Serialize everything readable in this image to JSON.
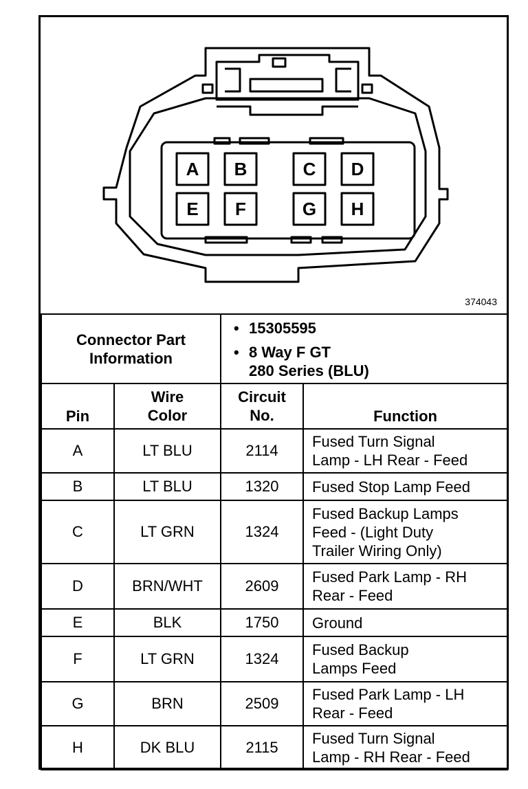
{
  "figure_id": "374043",
  "pins": [
    "A",
    "B",
    "C",
    "D",
    "E",
    "F",
    "G",
    "H"
  ],
  "connector_info": {
    "label_line1": "Connector Part",
    "label_line2": "Information",
    "part_number": "15305595",
    "description_line1": "8 Way F GT",
    "description_line2": "280 Series (BLU)"
  },
  "table": {
    "headers": {
      "pin": "Pin",
      "wire_color_line1": "Wire",
      "wire_color_line2": "Color",
      "circuit_line1": "Circuit",
      "circuit_line2": "No.",
      "function": "Function"
    },
    "rows": [
      {
        "pin": "A",
        "wire": "LT BLU",
        "circuit": "2114",
        "function": [
          "Fused Turn Signal",
          "Lamp - LH Rear - Feed"
        ]
      },
      {
        "pin": "B",
        "wire": "LT BLU",
        "circuit": "1320",
        "function": [
          "Fused Stop Lamp Feed"
        ]
      },
      {
        "pin": "C",
        "wire": "LT GRN",
        "circuit": "1324",
        "function": [
          "Fused Backup Lamps",
          "Feed - (Light Duty",
          "Trailer Wiring Only)"
        ]
      },
      {
        "pin": "D",
        "wire": "BRN/WHT",
        "circuit": "2609",
        "function": [
          "Fused Park Lamp - RH",
          "Rear - Feed"
        ]
      },
      {
        "pin": "E",
        "wire": "BLK",
        "circuit": "1750",
        "function": [
          "Ground"
        ]
      },
      {
        "pin": "F",
        "wire": "LT GRN",
        "circuit": "1324",
        "function": [
          "Fused Backup",
          "Lamps Feed"
        ]
      },
      {
        "pin": "G",
        "wire": "BRN",
        "circuit": "2509",
        "function": [
          "Fused Park Lamp - LH",
          "Rear - Feed"
        ]
      },
      {
        "pin": "H",
        "wire": "DK BLU",
        "circuit": "2115",
        "function": [
          "Fused Turn Signal",
          "Lamp - RH Rear - Feed"
        ]
      }
    ]
  }
}
